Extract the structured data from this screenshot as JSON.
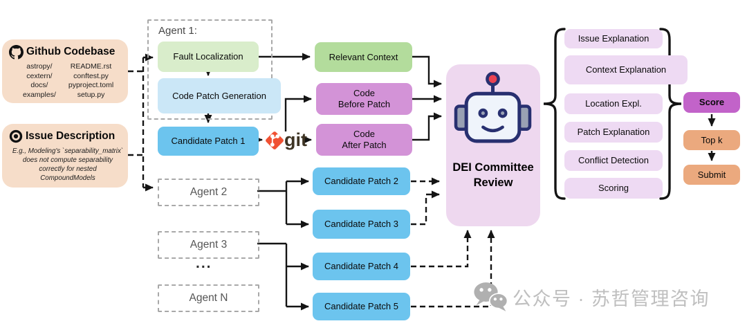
{
  "colors": {
    "peach": "#f6ddc9",
    "light_green": "#d9edcb",
    "green": "#b3dc9c",
    "light_blue": "#cbe7f7",
    "blue": "#6cc4ee",
    "purple": "#d393d7",
    "dei_pink": "#eed8ef",
    "step_pink": "#eedaf3",
    "score_purple": "#c263c9",
    "orange": "#eba97e",
    "git_orange": "#f05133",
    "robot_navy": "#283070",
    "watermark_gray": "#bfbfbf"
  },
  "codebase": {
    "title": "Github Codebase",
    "files_left": [
      "astropy/",
      "cextern/",
      "docs/",
      "examples/"
    ],
    "files_right": [
      "README.rst",
      "conftest.py",
      "pyproject.toml",
      "setup.py"
    ]
  },
  "issue": {
    "title": "Issue Description",
    "lines": [
      "E.g., Modeling's `separability_matrix`",
      "does not compute separability",
      "correctly for nested CompoundModels"
    ]
  },
  "agent1": {
    "label": "Agent 1:",
    "fault": "Fault Localization",
    "codegen": "Code Patch Generation"
  },
  "agents": {
    "agent2": "Agent 2",
    "agent3": "Agent 3",
    "dots": "...",
    "agentN": "Agent N"
  },
  "patches": {
    "p1": "Candidate Patch 1",
    "p2": "Candidate Patch 2",
    "p3": "Candidate Patch 3",
    "p4": "Candidate Patch 4",
    "p5": "Candidate Patch 5"
  },
  "context": {
    "relevant": "Relevant Context",
    "before": [
      "Code",
      "Before Patch"
    ],
    "after": [
      "Code",
      "After Patch"
    ]
  },
  "git": {
    "label": "git"
  },
  "dei": {
    "label": "DEI Committee Review"
  },
  "review_steps": [
    "Issue Explanation",
    "Context Explanation",
    "Location Expl.",
    "Patch Explanation",
    "Conflict Detection",
    "Scoring"
  ],
  "output": {
    "score": "Score",
    "topk": "Top k",
    "submit": "Submit"
  },
  "watermark": {
    "text": "公众号 · 苏哲管理咨询"
  }
}
